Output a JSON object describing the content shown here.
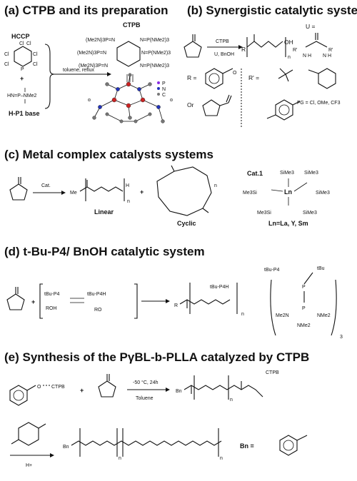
{
  "panels": {
    "a": {
      "title": "(a) CTPB and its preparation",
      "reactant1": "HCCP",
      "reactant2": "H-P1 base",
      "conditions": "toluene, reflux",
      "product": "CTPB",
      "plus": "+",
      "cl": "Cl",
      "p": "P",
      "n": "N",
      "legend": [
        "P",
        "N",
        "C"
      ],
      "nme2_groups": [
        "(Me2N)3P=N",
        "N=P(NMe2)3",
        "(Me2N)3P=N",
        "N=P(NMe2)3",
        "(Me2N)3P=N",
        "N=P(NMe2)3"
      ],
      "hn_base": "HN=P–NMe2",
      "colors": {
        "p_atom": "#8a2be2",
        "n_atom": "#2233bb",
        "c_atom": "#777777",
        "h_atom": "#cccccc",
        "red_atom": "#cc2222"
      }
    },
    "b": {
      "title": "(b) Synergistic catalytic system",
      "catalyst": "CTPB",
      "conditions": "U, BnOH",
      "u_label": "U =",
      "r_label": "R =",
      "rp_label": "R' =",
      "or_label": "Or",
      "fg_label": "FG = Cl, OMe, CF3",
      "end_group": "OH",
      "n": "n",
      "r": "R",
      "rp": "R'",
      "nh": "N H"
    },
    "c": {
      "title": "(c) Metal complex catalysts systems",
      "reagent": "Cat.",
      "me": "Me",
      "linear": "Linear",
      "cyclic": "Cyclic",
      "cat1": "Cat.1",
      "ln_eq": "Ln=La, Y, Sm",
      "ln": "Ln",
      "sime3": "SiMe3",
      "me3si": "Me3Si",
      "h": "H",
      "n": "n",
      "plus": "+"
    },
    "d": {
      "title": "(d) t-Bu-P4/ BnOH catalytic system",
      "tbu_p4": "tBu-P4",
      "roh": "ROH",
      "tbu_p4h": "tBu-P4H",
      "ro": "RO",
      "r": "R",
      "nme2": "NMe2",
      "me2n": "Me2N",
      "tbu": "tBu",
      "sub3": "3",
      "n": "n",
      "plus": "+"
    },
    "e": {
      "title": "(e) Synthesis of the PγBL-b-PLLA catalyzed by CTPB",
      "ctpb": "CTPB",
      "conditions1": "-50 °C, 24h",
      "solvent": "Toluene",
      "acid": "H+",
      "bn": "Bn",
      "bn_eq": "Bn =",
      "n": "n",
      "plus": "+"
    }
  }
}
